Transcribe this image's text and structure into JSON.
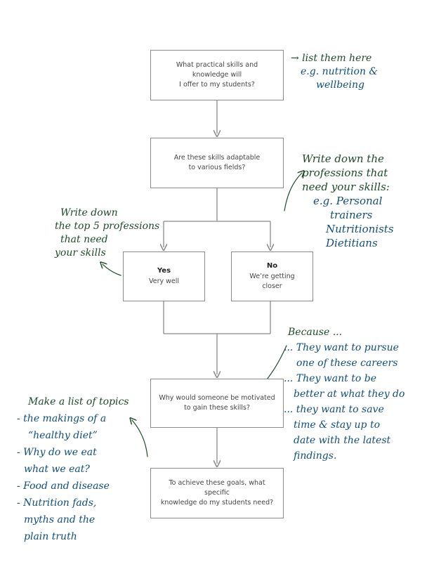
{
  "boxes": {
    "q1": [
      "What practical skills and knowledge will",
      "I offer to my students?"
    ],
    "q2": [
      "Are these skills adaptable",
      "to various fields?"
    ],
    "yes": {
      "title": "Yes",
      "text": "Very well"
    },
    "no": {
      "title": "No",
      "text": "We’re getting closer"
    },
    "q3": [
      "Why would someone be motivated",
      "to gain these skills?"
    ],
    "q4": [
      "To achieve these goals, what specific",
      "knowledge do my students need?"
    ]
  },
  "notes": {
    "list_here": [
      "→ list them here",
      "e.g. nutrition &",
      "wellbeing"
    ],
    "professions": {
      "heading": [
        "Write down the",
        "professions that",
        "need your skills:"
      ],
      "examples": [
        "e.g. Personal",
        "trainers",
        "Nutritionists",
        "Dietitians"
      ]
    },
    "top5": [
      "Write down",
      "the top 5 professions",
      "that need",
      "your skills"
    ],
    "because": [
      "Because ...",
      "... They want to pursue",
      "one of these careers",
      "... They want to be",
      "better at what they do",
      "... they want to save",
      "time & stay up to",
      "date with the latest",
      "findings."
    ],
    "topics": {
      "heading": "Make a list of topics",
      "items": [
        "- the makings of a",
        "“healthy diet”",
        "- Why do we eat",
        "what we eat?",
        "- Food and disease",
        "- Nutrition fads,",
        "myths and the",
        "plain truth"
      ]
    }
  },
  "colors": {
    "green_ink": "#1e4a2a",
    "blue_ink": "#0f4f7c",
    "line": "#8a8a8a"
  }
}
